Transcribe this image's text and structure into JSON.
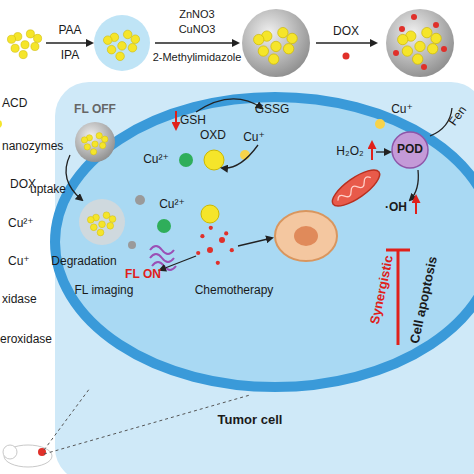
{
  "diagram": {
    "nodes": [
      {
        "text": [
          "Tumor cell"
        ]
      },
      {
        "text": [
          "POD"
        ],
        "in": 0
      }
    ],
    "labels": [
      "PAA",
      "IPA",
      "ZnNO3",
      "CuNO3",
      "2-Methylimidazole",
      "DOX",
      "FL OFF",
      "uptake",
      "Degradation",
      "GSH",
      "OXD",
      "GSSG",
      "Cu⁺",
      "Cu²⁺",
      "Cu²⁺",
      "Cu⁺",
      "H₂O₂",
      "Fen",
      "·OH",
      "FL ON",
      "FL imaging",
      "Chemotherapy",
      "Synergistic",
      "Cell apoptosis"
    ],
    "legend": [
      {
        "text": "ACD"
      },
      {
        "text": "nanozymes"
      },
      {
        "text": "DOX"
      },
      {
        "text": "Cu²⁺"
      },
      {
        "text": "Cu⁺"
      },
      {
        "text": "xidase"
      },
      {
        "text": "eroxidase"
      }
    ]
  }
}
